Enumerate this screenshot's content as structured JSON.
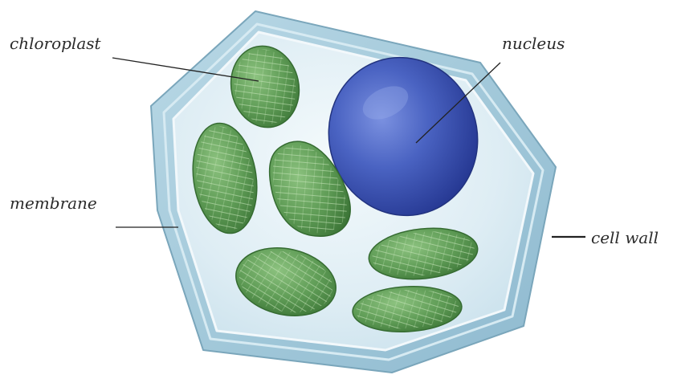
{
  "labels": {
    "chloroplast": "chloroplast",
    "nucleus": "nucleus",
    "membrane": "membrane",
    "cell_wall": "cell wall"
  },
  "colors": {
    "cell_wall_fill": "#a9ccdc",
    "cell_wall_edge": "#7aa6bb",
    "cytoplasm": "#e4f1f6",
    "membrane_line": "#f3f9fb",
    "chloroplast_fill": "#5e9a55",
    "chloroplast_light": "#9cc890",
    "chloroplast_dark": "#3f7a3a",
    "nucleus_fill": "#3d55b5",
    "nucleus_dark": "#26388a",
    "nucleus_light": "#6f86d9",
    "leader_line": "#222222"
  }
}
